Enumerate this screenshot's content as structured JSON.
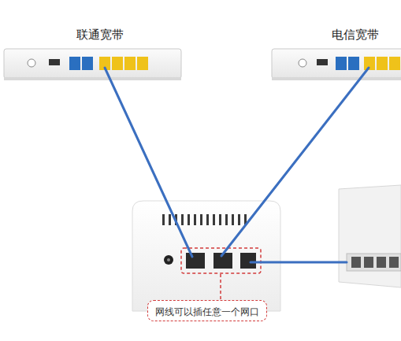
{
  "diagram": {
    "nodes": [
      {
        "text": [
          "联通宽带"
        ]
      },
      {
        "text": [
          "电信宽带"
        ]
      },
      {
        "text": [
          "网线可以插任意一个网口"
        ]
      }
    ]
  }
}
